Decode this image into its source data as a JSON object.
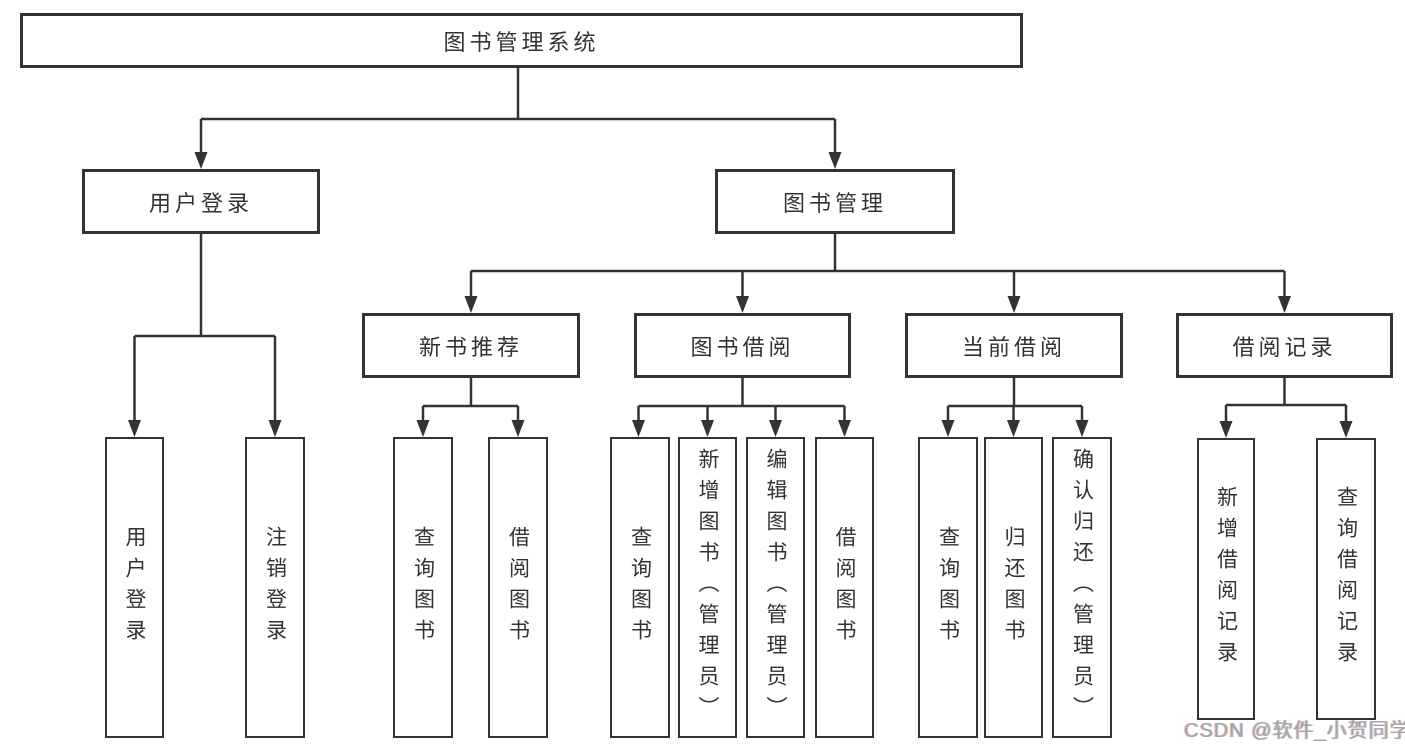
{
  "colors": {
    "line": "#333333",
    "box_border": "#333333",
    "text": "#333333",
    "background": "#ffffff",
    "watermark": "#a6a6a6"
  },
  "tree": {
    "label": "图书管理系统",
    "children": [
      {
        "label": "用户登录",
        "children": [
          {
            "label": "用户登录"
          },
          {
            "label": "注销登录"
          }
        ]
      },
      {
        "label": "图书管理",
        "children": [
          {
            "label": "新书推荐",
            "children": [
              {
                "label": "查询图书"
              },
              {
                "label": "借阅图书"
              }
            ]
          },
          {
            "label": "图书借阅",
            "children": [
              {
                "label": "查询图书"
              },
              {
                "label": "新增图书（管理员）"
              },
              {
                "label": "编辑图书（管理员）"
              },
              {
                "label": "借阅图书"
              }
            ]
          },
          {
            "label": "当前借阅",
            "children": [
              {
                "label": "查询图书"
              },
              {
                "label": "归还图书"
              },
              {
                "label": "确认归还（管理员）"
              }
            ]
          },
          {
            "label": "借阅记录",
            "children": [
              {
                "label": "新增借阅记录"
              },
              {
                "label": "查询借阅记录"
              }
            ]
          }
        ]
      }
    ]
  },
  "watermark": "CSDN @软件_小贺同学"
}
